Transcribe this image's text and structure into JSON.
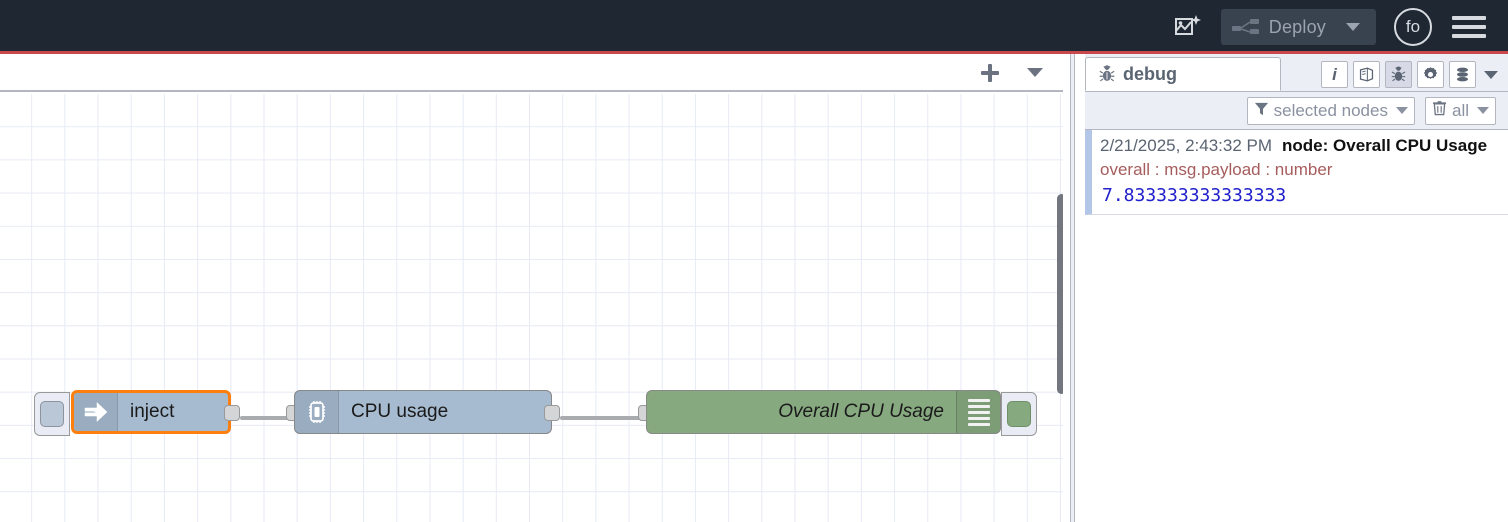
{
  "header": {
    "assistant_icon": "ai-flow-icon",
    "deploy_label": "Deploy",
    "deploy_icon": "deploy-nodes-icon",
    "user_initials": "fo",
    "menu_icon": "hamburger-menu-icon"
  },
  "editor": {
    "tab_add_icon": "plus-icon",
    "tab_menu_icon": "chevron-down-icon"
  },
  "flow": {
    "nodes": [
      {
        "id": "inject",
        "label": "inject",
        "icon": "inject-arrow-icon",
        "color": "#a6bbcf",
        "selected": true,
        "has_left_button": true
      },
      {
        "id": "cpu-usage",
        "label": "CPU usage",
        "icon": "cpu-chip-icon",
        "color": "#a6bbcf",
        "selected": false,
        "has_left_button": false
      },
      {
        "id": "overall-cpu-usage",
        "label": "Overall CPU Usage",
        "icon": "debug-lines-icon",
        "color": "#87a980",
        "selected": false,
        "has_right_button": true
      }
    ]
  },
  "sidebar": {
    "tab": {
      "label": "debug",
      "icon": "bug-icon"
    },
    "tools": [
      {
        "name": "info-icon",
        "glyph": "i",
        "active": false
      },
      {
        "name": "help-book-icon",
        "glyph": "",
        "active": false
      },
      {
        "name": "debug-bug-icon",
        "glyph": "",
        "active": true
      },
      {
        "name": "config-gear-icon",
        "glyph": "",
        "active": false
      },
      {
        "name": "context-data-icon",
        "glyph": "",
        "active": false
      }
    ],
    "tools_caret_icon": "chevron-down-icon",
    "filters": [
      {
        "name": "filter-nodes-button",
        "icon": "funnel-icon",
        "label": "selected nodes"
      },
      {
        "name": "clear-messages-button",
        "icon": "trash-icon",
        "label": "all"
      }
    ],
    "messages": [
      {
        "timestamp": "2/21/2025, 2:43:32 PM",
        "source": "node: Overall CPU Usage",
        "topic": "overall : msg.payload : number",
        "value": "7.833333333333333"
      }
    ]
  },
  "colors": {
    "header_bg": "#1f2733",
    "accent_red": "#c9484c",
    "node_blue": "#a6bbcf",
    "node_green": "#87a980",
    "selected_orange": "#ff7f0e",
    "value_blue": "#2020cc",
    "topic_red": "#a65c5c"
  }
}
